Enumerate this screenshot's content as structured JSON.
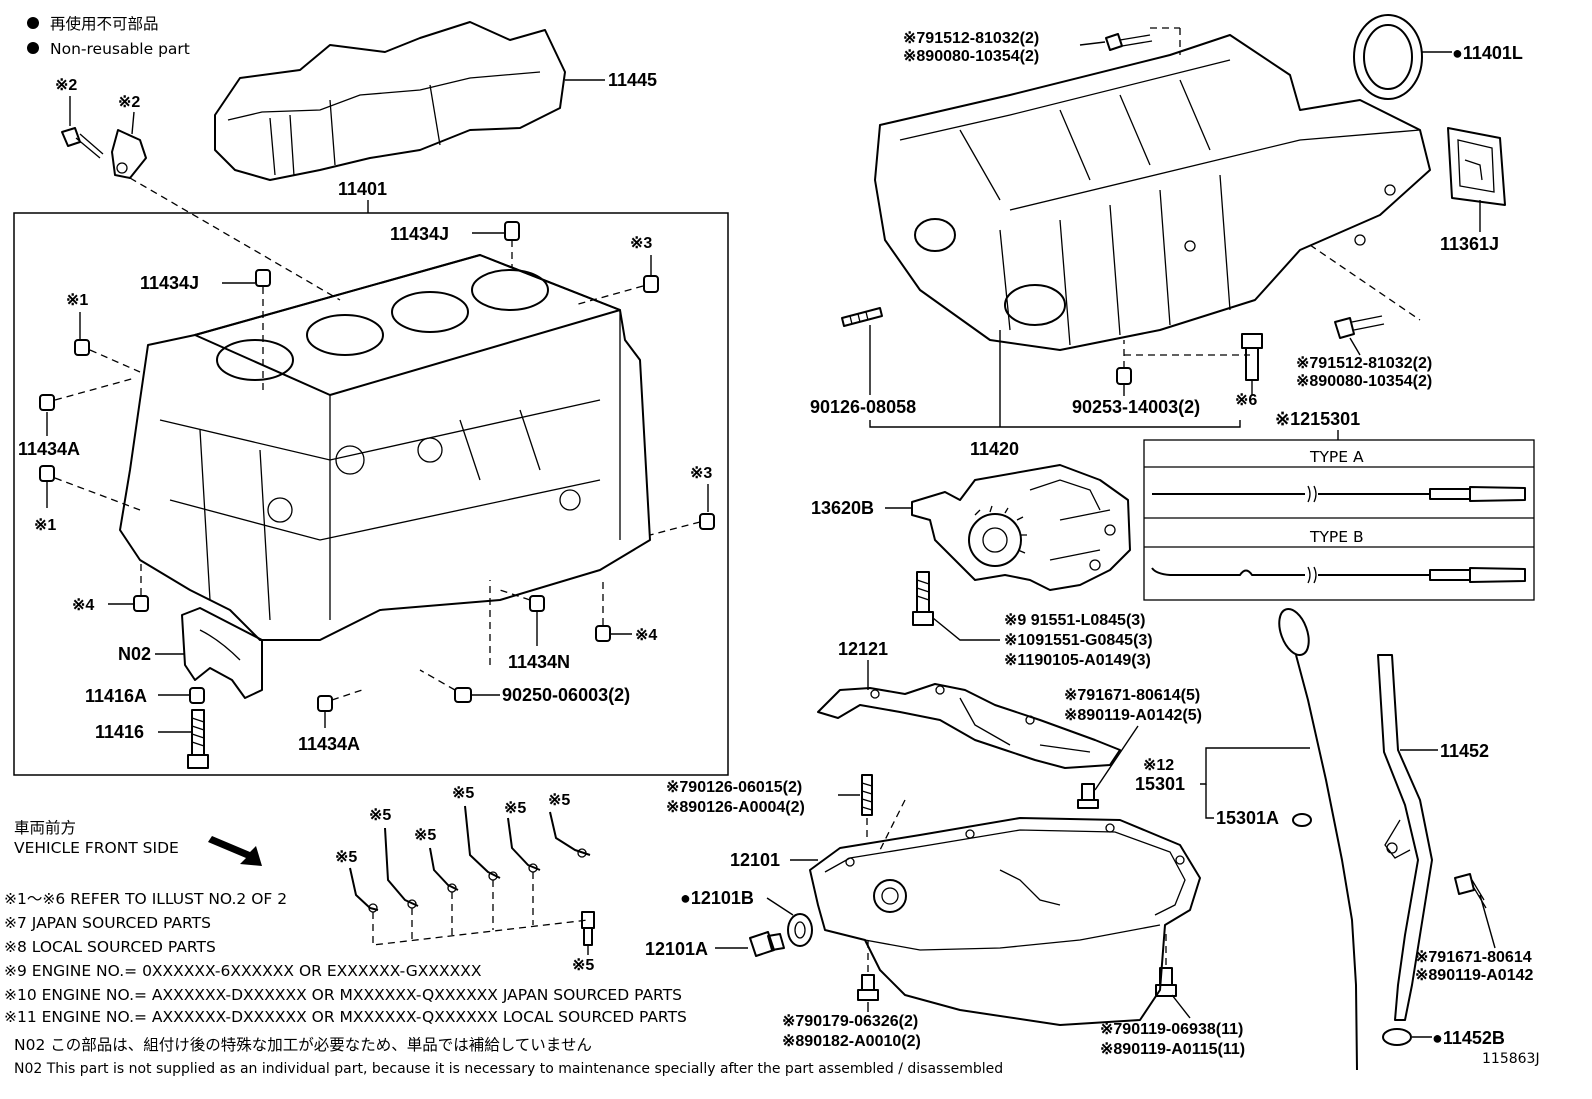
{
  "legend": {
    "non_reusable_jp": "再使用不可部品",
    "non_reusable_en": "Non-reusable part"
  },
  "parts": {
    "p11445": "11445",
    "p11401": "11401",
    "p11434J_a": "11434J",
    "p11434J_b": "11434J",
    "m2_a": "※2",
    "m2_b": "※2",
    "m3_a": "※3",
    "m3_b": "※3",
    "m1_a": "※1",
    "m1_b": "※1",
    "p11434A_a": "11434A",
    "p11434A_b": "11434A",
    "m4_a": "※4",
    "m4_b": "※4",
    "pN02": "N02",
    "p11434N": "11434N",
    "p11416A": "11416A",
    "p11416": "11416",
    "p90250": "90250-06003(2)",
    "p11401L": "●11401L",
    "p11361J": "11361J",
    "top_bolt_a": "※791512-81032(2)",
    "top_bolt_b": "※890080-10354(2)",
    "side_bolt_a": "※791512-81032(2)",
    "side_bolt_b": "※890080-10354(2)",
    "m6": "※6",
    "p90126_08058": "90126-08058",
    "p90253": "90253-14003(2)",
    "p11420": "11420",
    "p15301_top": "※1215301",
    "type_a": "TYPE A",
    "type_b": "TYPE B",
    "p13620B": "13620B",
    "m9": "※9  91551-L0845(3)",
    "m10": "※1091551-G0845(3)",
    "m11": "※1190105-A0149(3)",
    "p12121": "12121",
    "b80614": "※791671-80614(5)",
    "b0142": "※890119-A0142(5)",
    "m12": "※12",
    "p15301": "15301",
    "p15301A": "15301A",
    "p11452": "11452",
    "stud_a": "※790126-06015(2)",
    "stud_b": "※890126-A0004(2)",
    "p12101": "12101",
    "p12101B": "●12101B",
    "p12101A": "12101A",
    "drain_a": "※790179-06326(2)",
    "drain_b": "※890182-A0010(2)",
    "pan_bolt_a": "※790119-06938(11)",
    "pan_bolt_b": "※890119-A0115(11)",
    "gb_a": "※791671-80614",
    "gb_b": "※890119-A0142",
    "p11452B": "●11452B",
    "illus_no": "115863J",
    "m5": "※5"
  },
  "notes": {
    "front_jp": "車両前方",
    "front_en": "VEHICLE FRONT SIDE",
    "n1": "※1～※6  REFER TO ILLUST NO.2 OF 2",
    "n7": "※7 JAPAN SOURCED PARTS",
    "n8": "※8 LOCAL SOURCED PARTS",
    "n9": "※9   ENGINE NO.= 0XXXXXX-6XXXXXX OR EXXXXXX-GXXXXXX",
    "n10": "※10 ENGINE NO.= AXXXXXX-DXXXXXX OR MXXXXXX-QXXXXXX JAPAN SOURCED PARTS",
    "n11": "※11 ENGINE NO.= AXXXXXX-DXXXXXX OR MXXXXXX-QXXXXXX LOCAL SOURCED PARTS",
    "n02_jp": "N02  この部品は、組付け後の特殊な加工が必要なため、単品では補給していません",
    "n02_en": "N02  This part is not supplied as an individual part, because it is necessary to maintenance specially after the part assembled / disassembled"
  }
}
